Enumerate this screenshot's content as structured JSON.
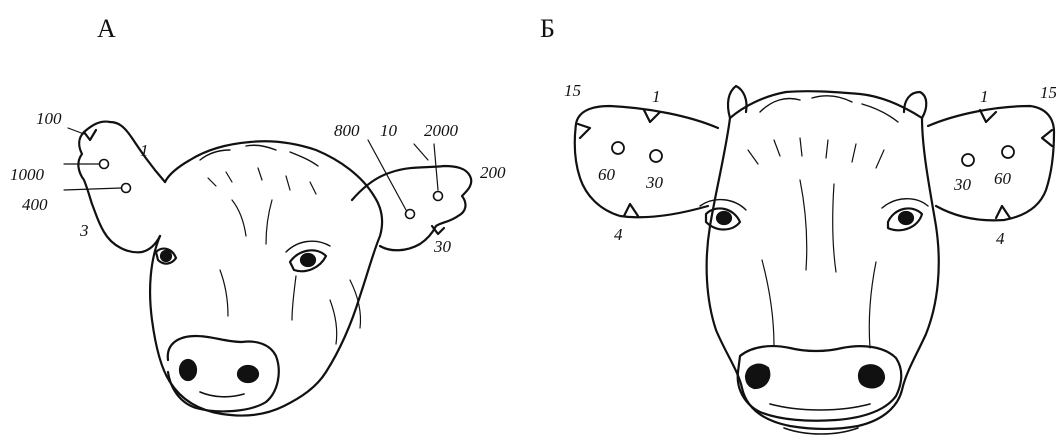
{
  "panels": {
    "a": {
      "label": "А",
      "numbers": {
        "n100": "100",
        "n1000": "1000",
        "n400": "400",
        "n3": "3",
        "n1": "1",
        "n800": "800",
        "n10": "10",
        "n2000": "2000",
        "n200": "200",
        "n30": "30"
      }
    },
    "b": {
      "label": "Б",
      "numbers": {
        "left_15": "15",
        "left_1": "1",
        "left_60": "60",
        "left_30": "30",
        "left_4": "4",
        "right_1": "1",
        "right_15": "15",
        "right_30": "30",
        "right_60": "60",
        "right_4": "4"
      }
    }
  }
}
